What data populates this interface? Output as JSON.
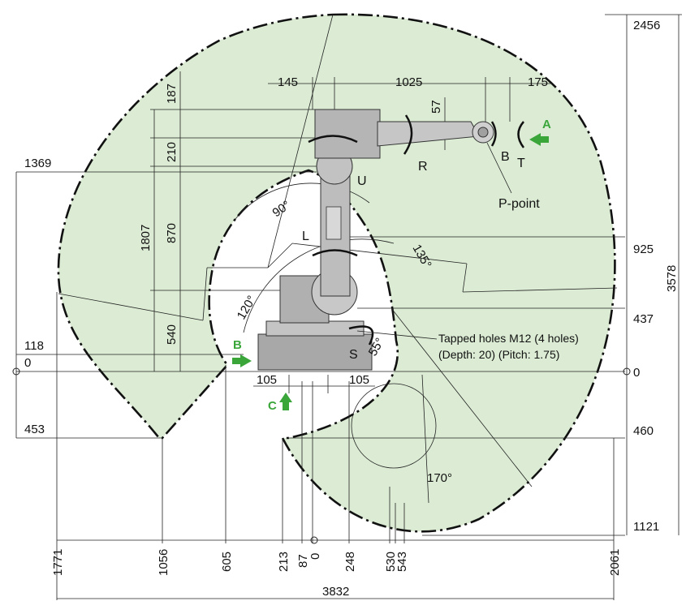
{
  "dimensions": {
    "top_145": "145",
    "top_1025": "1025",
    "top_175": "175",
    "top_57": "57",
    "left_187": "187",
    "left_210": "210",
    "left_870": "870",
    "left_540": "540",
    "left_1807": "1807",
    "left_1369": "1369",
    "left_118": "118",
    "left_0": "0",
    "left_453": "453",
    "right_2456": "2456",
    "right_925": "925",
    "right_437": "437",
    "right_0": "0",
    "right_460": "460",
    "right_1121": "1121",
    "right_3578": "3578",
    "base_105_left": "105",
    "base_105_right": "105",
    "bottom_1771": "1771",
    "bottom_1056": "1056",
    "bottom_605": "605",
    "bottom_213": "213",
    "bottom_87": "87",
    "bottom_0": "0",
    "bottom_248": "248",
    "bottom_530": "530",
    "bottom_543": "543",
    "bottom_2061": "2061",
    "bottom_3832": "3832"
  },
  "angles": {
    "a90": "90°",
    "a120": "120°",
    "a135": "135°",
    "a55": "55°",
    "a170": "170°"
  },
  "axis_labels": {
    "R": "R",
    "B": "B",
    "T": "T",
    "U": "U",
    "L": "L",
    "S": "S"
  },
  "annotations": {
    "p_point": "P-point",
    "tapped_line1": "Tapped holes M12 (4 holes)",
    "tapped_line2": "(Depth: 20) (Pitch: 1.75)",
    "view_A": "A",
    "view_B": "B",
    "view_C": "C"
  },
  "colors": {
    "envelope_fill": "#dcecd4",
    "arrow_green": "#3aa63a",
    "robot_body": "#b9b9b9"
  }
}
